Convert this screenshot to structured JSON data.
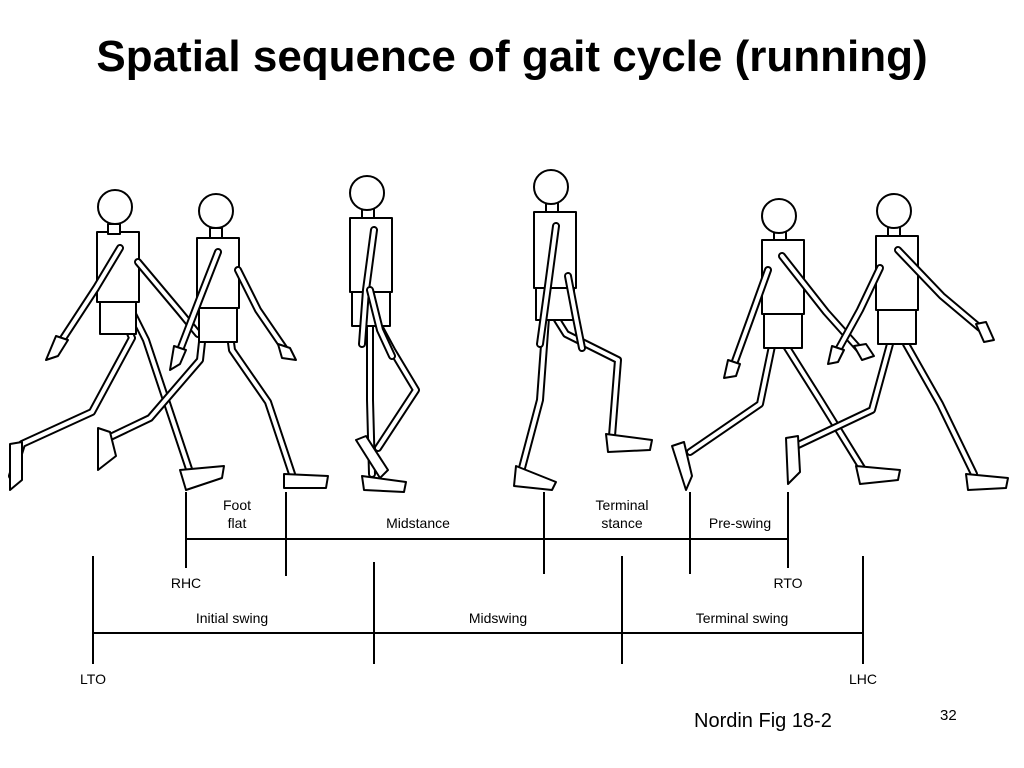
{
  "slide": {
    "title": "Spatial sequence of gait cycle (running)",
    "credit": "Nordin Fig 18-2",
    "page_number": "32"
  },
  "diagram": {
    "right_leg_phases": [
      "Foot",
      "flat",
      "Midstance",
      "Terminal",
      "stance",
      "Pre-swing"
    ],
    "right_events": [
      "RHC",
      "RTO"
    ],
    "left_leg_phases": [
      "Initial swing",
      "Midswing",
      "Terminal swing"
    ],
    "left_events": [
      "LTO",
      "LHC"
    ]
  }
}
